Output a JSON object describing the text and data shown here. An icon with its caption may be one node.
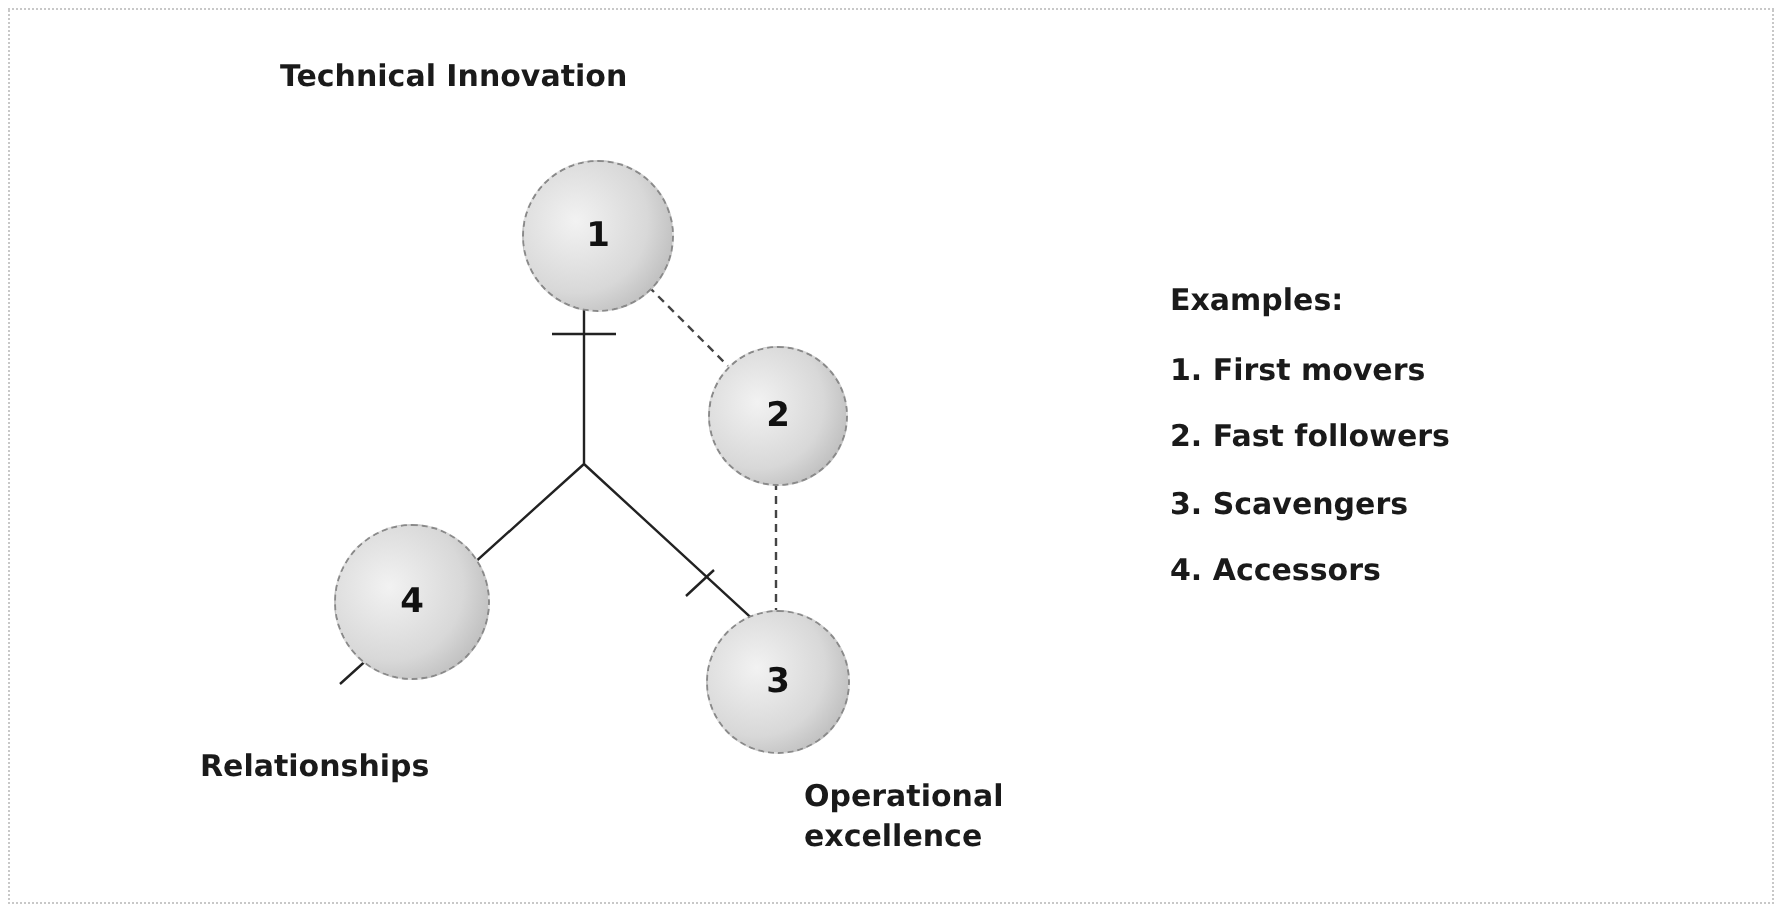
{
  "diagram": {
    "nodes": [
      {
        "text": [
          "1"
        ]
      },
      {
        "text": [
          "2"
        ]
      },
      {
        "text": [
          "3"
        ]
      },
      {
        "text": [
          "4"
        ]
      }
    ],
    "edges": [
      {
        "from": 0,
        "to": 1,
        "arrow": "none",
        "style": "dashed"
      },
      {
        "from": 1,
        "to": 2,
        "arrow": "none",
        "style": "dashed"
      }
    ],
    "labels": [
      "Technical Innovation",
      "Examples:",
      "1. First movers",
      "2. Fast followers",
      "3. Scavengers",
      "4. Accessors",
      "Relationships",
      "Operational excellence"
    ]
  }
}
